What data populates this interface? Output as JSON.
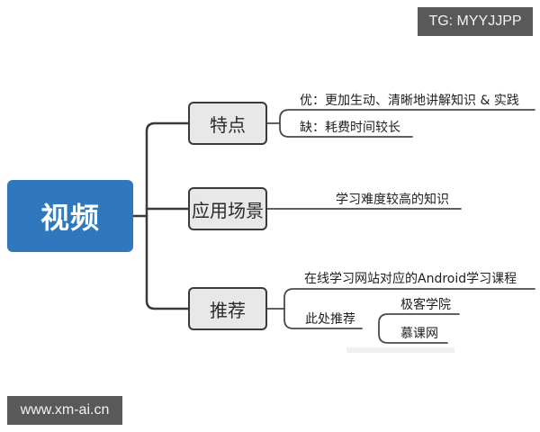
{
  "watermarks": {
    "top_right": "TG: MYYJJPP",
    "bottom_left": "www.xm-ai.cn"
  },
  "mindmap": {
    "root": {
      "label": "视频",
      "color": "#2f78bd"
    },
    "branches": [
      {
        "label": "特点",
        "children": [
          {
            "label": "优：更加生动、清晰地讲解知识 & 实践"
          },
          {
            "label": "缺：耗费时间较长"
          }
        ]
      },
      {
        "label": "应用场景",
        "children": [
          {
            "label": "学习难度较高的知识"
          }
        ]
      },
      {
        "label": "推荐",
        "children": [
          {
            "label": "在线学习网站对应的Android学习课程"
          },
          {
            "label": "此处推荐",
            "children": [
              {
                "label": "极客学院"
              },
              {
                "label": "慕课网"
              }
            ]
          }
        ]
      }
    ]
  },
  "colors": {
    "topic_fill": "#e8e8e8",
    "line": "#3a3a3a",
    "badge_bg": "#595959"
  }
}
